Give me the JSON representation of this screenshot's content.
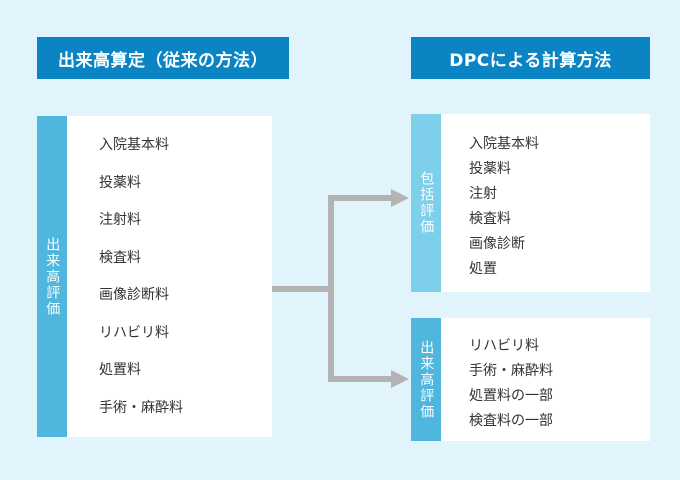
{
  "headers": {
    "left": "出来高算定（従来の方法）",
    "right": "DPCによる計算方法"
  },
  "left_card": {
    "tab_label": "出来高評価",
    "items": [
      "入院基本料",
      "投薬料",
      "注射料",
      "検査料",
      "画像診断料",
      "リハビリ料",
      "処置料",
      "手術・麻酔料"
    ]
  },
  "right_top_card": {
    "tab_label": "包括評価",
    "items": [
      "入院基本料",
      "投薬料",
      "注射",
      "検査料",
      "画像診断",
      "処置"
    ]
  },
  "right_bottom_card": {
    "tab_label": "出来高評価",
    "items": [
      "リハビリ料",
      "手術・麻酔料",
      "処置料の一部",
      "検査料の一部"
    ]
  },
  "connector": {
    "name": "branching-arrow-connector",
    "color": "#b3b3b3",
    "branches": 2
  },
  "colors": {
    "background": "#e2f4fb",
    "header_blue": "#0b84c4",
    "tab_blue": "#4fb6de",
    "tab_blue_light": "#7ed0ea",
    "panel_white": "#ffffff",
    "text_dark": "#333333",
    "arrow_gray": "#b3b3b3"
  }
}
